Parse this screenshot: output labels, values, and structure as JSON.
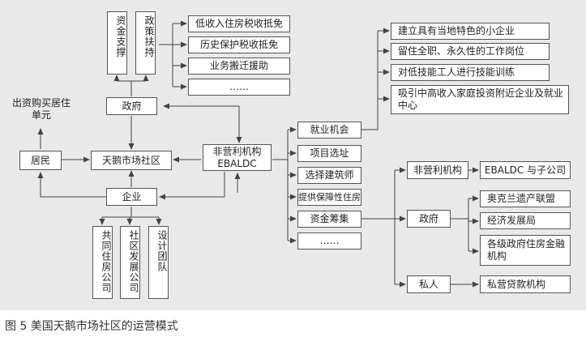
{
  "policy_items": [
    "低收入住房税收抵免",
    "历史保护税收抵免",
    "业务搬迁援助",
    "……"
  ],
  "funding_support": "资金支撑",
  "policy_support": "政策扶持",
  "government": "政府",
  "residents_buy": "出资购买居住单元",
  "resident": "居民",
  "community": "天鹅市场社区",
  "nonprofit_org": "非营利机构EBALDC",
  "enterprise": "企业",
  "enterprise_items": [
    "共同住房公司",
    "社区发展公司",
    "设计团队"
  ],
  "operations": [
    "就业机会",
    "项目选址",
    "选择建筑师",
    "提供保障性住房",
    "资金筹集",
    "……"
  ],
  "employment_items": [
    "建立具有当地特色的小企业",
    "留住全职、永久性的工作岗位",
    "对低技能工人进行技能训练",
    "吸引中高收入家庭投资附近企业及就业中心"
  ],
  "fund_sources": {
    "nonprofit": "非营利机构",
    "nonprofit_target": "EBALDC 与子公司",
    "government": "政府",
    "gov_items": [
      "奥克兰遗产联盟",
      "经济发展局",
      "各级政府住房金融机构"
    ],
    "private": "私人",
    "private_target": "私营贷款机构"
  },
  "caption": "图 5  美国天鹅市场社区的运营模式"
}
